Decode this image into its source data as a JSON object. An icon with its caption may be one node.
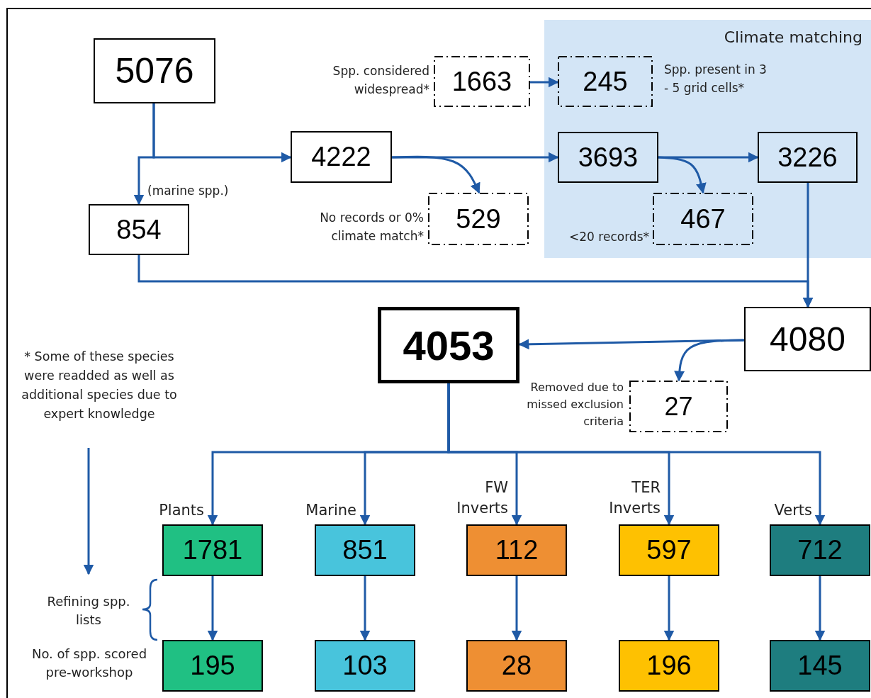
{
  "diagram": {
    "nodes": [
      {
        "text": [
          "Climate matching"
        ]
      },
      {
        "text": [
          "5076"
        ]
      },
      {
        "text": [
          "854"
        ]
      },
      {
        "text": [
          "4222"
        ]
      },
      {
        "text": [
          "1663"
        ],
        "beside": [
          "Spp. considered widespread*"
        ]
      },
      {
        "text": [
          "245"
        ],
        "in": 0,
        "beside": [
          "Spp. present in 3 - 5 grid cells*"
        ]
      },
      {
        "text": [
          "3693"
        ],
        "in": 0
      },
      {
        "text": [
          "3226"
        ],
        "in": 0
      },
      {
        "text": [
          "529"
        ],
        "beside": [
          "No records or 0% climate match*"
        ]
      },
      {
        "text": [
          "467"
        ],
        "in": 0,
        "beside": [
          "<20 records*"
        ]
      },
      {
        "text": [
          "4080"
        ]
      },
      {
        "text": [
          "4053"
        ]
      },
      {
        "text": [
          "27"
        ],
        "beside": [
          "Removed due to missed exclusion criteria"
        ]
      },
      {
        "text": [
          "1781"
        ],
        "beside": [
          "Plants"
        ]
      },
      {
        "text": [
          "851"
        ],
        "beside": [
          "Marine"
        ]
      },
      {
        "text": [
          "112"
        ],
        "beside": [
          "FW Inverts"
        ]
      },
      {
        "text": [
          "597"
        ],
        "beside": [
          "TER Inverts"
        ]
      },
      {
        "text": [
          "712"
        ],
        "beside": [
          "Verts"
        ]
      },
      {
        "text": [
          "195"
        ]
      },
      {
        "text": [
          "103"
        ]
      },
      {
        "text": [
          "28"
        ]
      },
      {
        "text": [
          "196"
        ]
      },
      {
        "text": [
          "145"
        ]
      },
      {
        "text": [
          "* Some of these species were readded as well as additional species due to expert knowledge"
        ]
      }
    ],
    "edges": [
      {
        "from": 1,
        "to": 3,
        "arrow": "to"
      },
      {
        "from": 1,
        "to": 2,
        "arrow": "to",
        "label": "(marine spp.)"
      },
      {
        "from": 3,
        "to": 6,
        "arrow": "to"
      },
      {
        "from": 3,
        "to": 8,
        "arrow": "to"
      },
      {
        "from": 4,
        "to": 5,
        "arrow": "to"
      },
      {
        "from": 6,
        "to": 7,
        "arrow": "to"
      },
      {
        "from": 6,
        "to": 9,
        "arrow": "to"
      },
      {
        "from": 7,
        "to": 10,
        "arrow": "to"
      },
      {
        "from": 2,
        "to": 10,
        "arrow": "to"
      },
      {
        "from": 10,
        "to": 11,
        "arrow": "to"
      },
      {
        "from": 10,
        "to": 12,
        "arrow": "to"
      },
      {
        "from": 11,
        "to": 13,
        "arrow": "to"
      },
      {
        "from": 11,
        "to": 14,
        "arrow": "to"
      },
      {
        "from": 11,
        "to": 15,
        "arrow": "to"
      },
      {
        "from": 11,
        "to": 16,
        "arrow": "to"
      },
      {
        "from": 11,
        "to": 17,
        "arrow": "to"
      },
      {
        "from": 13,
        "to": 18,
        "arrow": "to"
      },
      {
        "from": 14,
        "to": 19,
        "arrow": "to"
      },
      {
        "from": 15,
        "to": 20,
        "arrow": "to"
      },
      {
        "from": 16,
        "to": 21,
        "arrow": "to"
      },
      {
        "from": 17,
        "to": 22,
        "arrow": "to"
      },
      {
        "from": 23,
        "to": null,
        "arrow": "to"
      }
    ],
    "labels": [
      "Refining spp. lists",
      "No. of spp. scored pre-workshop"
    ]
  }
}
